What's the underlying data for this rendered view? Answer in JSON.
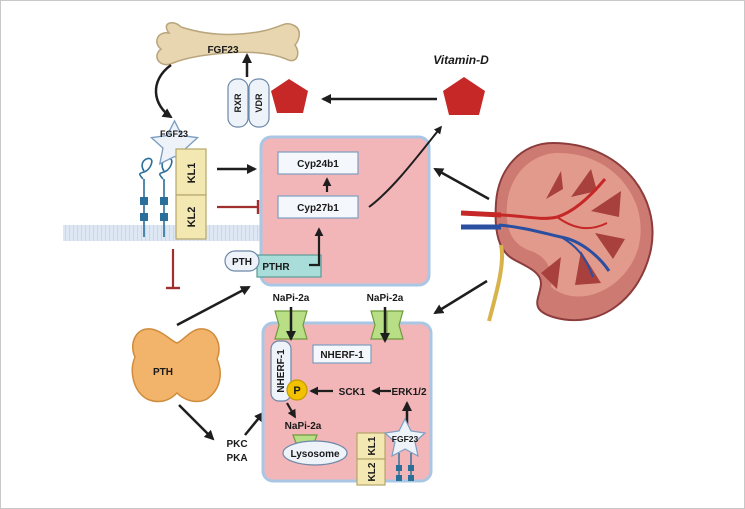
{
  "labels": {
    "fgf23_bone": "FGF23",
    "fgf23_star": "FGF23",
    "fgf23_star_small": "FGF23",
    "vitamin_d": "Vitamin-D",
    "rxr": "RXR",
    "vdr": "VDR",
    "kl1_left": "KL1",
    "kl2_left": "KL2",
    "cyp24b1": "Cyp24b1",
    "cyp27b1": "Cyp27b1",
    "pth_ligand": "PTH",
    "pthr": "PTHR",
    "pth_gland": "PTH",
    "napi2a_left": "NaPi-2a",
    "napi2a_right": "NaPi-2a",
    "nherf1_vertical": "NHERF-1",
    "nherf1_box": "NHERF-1",
    "p_marker": "P",
    "sck1": "SCK1",
    "erk12": "ERK1/2",
    "napi2a_lower": "NaPi-2a",
    "lysosome": "Lysosome",
    "kl1_bottom": "KL1",
    "kl2_bottom": "KL2",
    "pkc": "PKC",
    "pka": "PKA"
  },
  "colors": {
    "cell_fill": "#f2b5b8",
    "cell_stroke": "#a9c6e4",
    "inhibit": "#a12f2f",
    "arrow": "#1e1e1e",
    "klotho": "#f4e8b2",
    "pthr": "#a9ddd9",
    "pentagon": "#c62828",
    "gland": "#f2b36a",
    "bone": "#e8d6b0",
    "transporter": "#b8de86",
    "p_marker": "#f2c200"
  }
}
